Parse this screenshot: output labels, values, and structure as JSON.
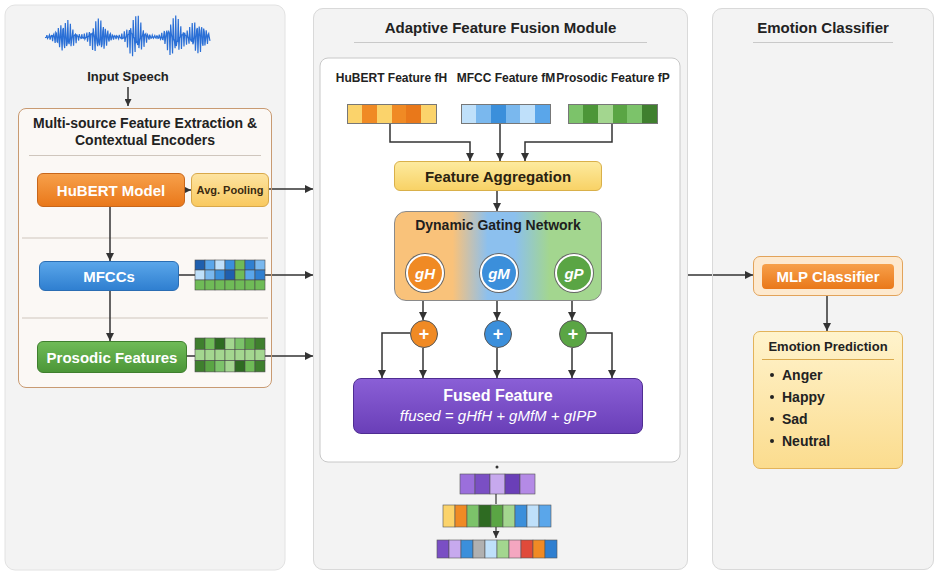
{
  "diagram": {
    "nodes": [
      {
        "text": [
          "Multi-source Feature Extraction & Contextual Encoders"
        ]
      },
      {
        "text": [
          "HuBERT Model"
        ],
        "in": 0
      },
      {
        "text": [
          "Avg. Pooling"
        ],
        "in": 0
      },
      {
        "text": [
          "MFCCs"
        ],
        "in": 0
      },
      {
        "text": [
          "Prosodic Features"
        ],
        "in": 0
      },
      {
        "text": [
          "Adaptive Feature Fusion Module"
        ]
      },
      {
        "text": [
          "HuBERT Feature fH"
        ],
        "in": 5
      },
      {
        "text": [
          "MFCC Feature fM"
        ],
        "in": 5
      },
      {
        "text": [
          "Prosodic Feature fP"
        ],
        "in": 5
      },
      {
        "text": [
          "Feature Aggregation"
        ],
        "in": 5
      },
      {
        "text": [
          "Dynamic Gating Network"
        ],
        "in": 5
      },
      {
        "text": [
          "gH"
        ],
        "in": 10
      },
      {
        "text": [
          "gM"
        ],
        "in": 10
      },
      {
        "text": [
          "gP"
        ],
        "in": 10
      },
      {
        "text": [
          "+"
        ],
        "in": 5
      },
      {
        "text": [
          "+"
        ],
        "in": 5
      },
      {
        "text": [
          "+"
        ],
        "in": 5
      },
      {
        "text": [
          "Fused Feature",
          "ffused = gHfH + gMfM + gIPP"
        ],
        "in": 5
      },
      {
        "text": [
          "Emotion Classifier"
        ]
      },
      {
        "text": [
          "MLP Classifier"
        ],
        "in": 18
      },
      {
        "text": [
          "Emotion Prediction",
          "Anger",
          "Happy",
          "Sad",
          "Neutral"
        ],
        "in": 18
      }
    ],
    "edges": [
      {
        "from": 1,
        "to": 2,
        "arrow": "to"
      },
      {
        "from": 1,
        "to": 3,
        "arrow": "to"
      },
      {
        "from": 3,
        "to": 4,
        "arrow": "to"
      },
      {
        "from": 2,
        "to": 5,
        "arrow": "to"
      },
      {
        "from": 3,
        "to": 5,
        "arrow": "to"
      },
      {
        "from": 4,
        "to": 5,
        "arrow": "to"
      },
      {
        "from": 6,
        "to": 9,
        "arrow": "to"
      },
      {
        "from": 7,
        "to": 9,
        "arrow": "to"
      },
      {
        "from": 8,
        "to": 9,
        "arrow": "to"
      },
      {
        "from": 9,
        "to": 10,
        "arrow": "to"
      },
      {
        "from": 11,
        "to": 14,
        "arrow": "to"
      },
      {
        "from": 12,
        "to": 15,
        "arrow": "to"
      },
      {
        "from": 13,
        "to": 16,
        "arrow": "to"
      },
      {
        "from": 14,
        "to": 17,
        "arrow": "to"
      },
      {
        "from": 15,
        "to": 17,
        "arrow": "to"
      },
      {
        "from": 16,
        "to": 17,
        "arrow": "to"
      },
      {
        "from": 14,
        "to": 17,
        "arrow": "to"
      },
      {
        "from": 16,
        "to": 17,
        "arrow": "to"
      },
      {
        "from": 5,
        "to": 19,
        "arrow": "to"
      },
      {
        "from": 19,
        "to": 20,
        "arrow": "to"
      }
    ],
    "labels": [
      "Input Speech"
    ]
  }
}
